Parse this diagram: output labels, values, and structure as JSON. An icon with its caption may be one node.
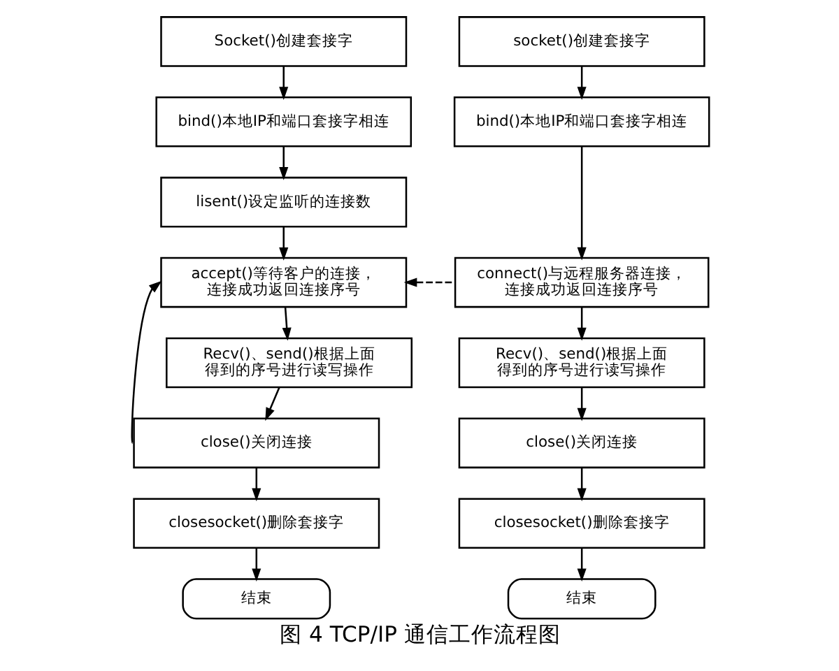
{
  "diagram": {
    "caption": "图 4 TCP/IP 通信工作流程图",
    "nodes": [
      {
        "text": [
          "Socket()创建套接字"
        ]
      },
      {
        "text": [
          "bind()本地IP和端口套接字相连"
        ]
      },
      {
        "text": [
          "lisent()设定监听的连接数"
        ]
      },
      {
        "text": [
          "accept()等待客户的连接，连接成功返回连接序号"
        ]
      },
      {
        "text": [
          "Recv()、send()根据上面得到的序号进行读写操作"
        ]
      },
      {
        "text": [
          "close()关闭连接"
        ]
      },
      {
        "text": [
          "closesocket()删除套接字"
        ]
      },
      {
        "text": [
          "结束"
        ]
      },
      {
        "text": [
          "socket()创建套接字"
        ]
      },
      {
        "text": [
          "bind()本地IP和端口套接字相连"
        ]
      },
      {
        "text": [
          "connect()与远程服务器连接，连接成功返回连接序号"
        ]
      },
      {
        "text": [
          "Recv()、send()根据上面得到的序号进行读写操作"
        ]
      },
      {
        "text": [
          "close()关闭连接"
        ]
      },
      {
        "text": [
          "closesocket()删除套接字"
        ]
      },
      {
        "text": [
          "结束"
        ]
      }
    ],
    "edges": [
      {
        "from": 0,
        "to": 1,
        "arrow": "to"
      },
      {
        "from": 1,
        "to": 2,
        "arrow": "to"
      },
      {
        "from": 2,
        "to": 3,
        "arrow": "to"
      },
      {
        "from": 3,
        "to": 4,
        "arrow": "to"
      },
      {
        "from": 4,
        "to": 5,
        "arrow": "to"
      },
      {
        "from": 5,
        "to": 6,
        "arrow": "to"
      },
      {
        "from": 6,
        "to": 7,
        "arrow": "to"
      },
      {
        "from": 5,
        "to": 3,
        "arrow": "to"
      },
      {
        "from": 8,
        "to": 9,
        "arrow": "to"
      },
      {
        "from": 9,
        "to": 10,
        "arrow": "to"
      },
      {
        "from": 10,
        "to": 11,
        "arrow": "to"
      },
      {
        "from": 11,
        "to": 12,
        "arrow": "to"
      },
      {
        "from": 12,
        "to": 13,
        "arrow": "to"
      },
      {
        "from": 13,
        "to": 14,
        "arrow": "to"
      },
      {
        "from": 10,
        "to": 3,
        "arrow": "to",
        "style": "dashed"
      }
    ]
  }
}
